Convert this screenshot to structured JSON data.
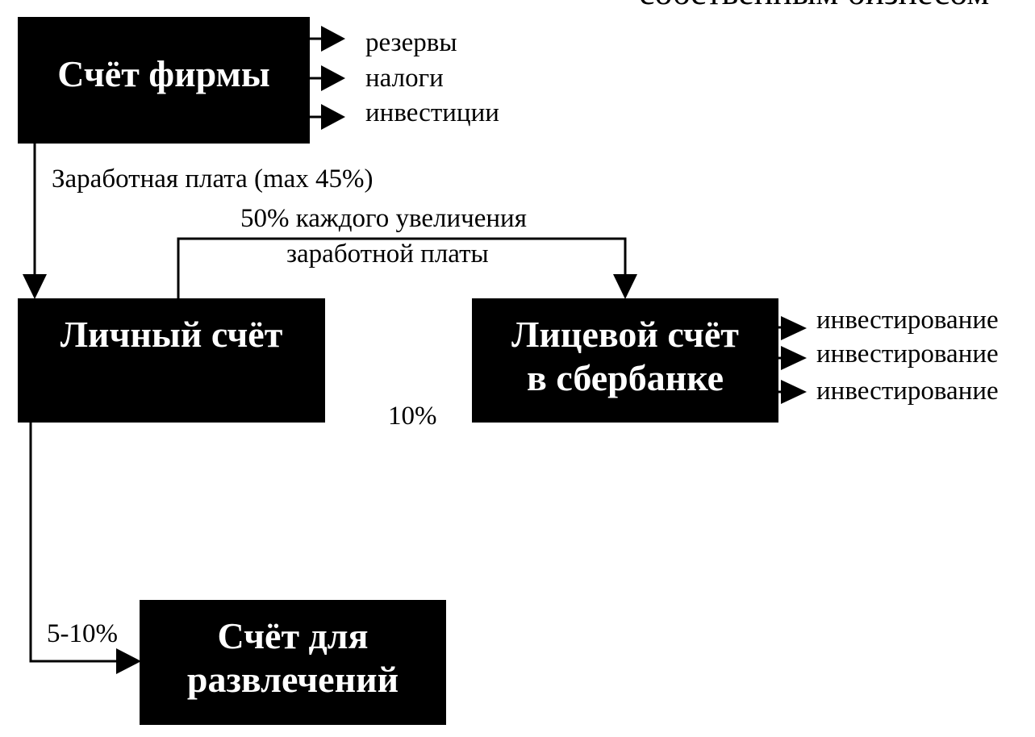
{
  "colors": {
    "box_fill": "#000000",
    "box_text": "#ffffff",
    "line": "#000000",
    "text": "#000000"
  },
  "top_cut_text": "собственным бизнесом",
  "boxes": {
    "firm": {
      "label": "Счёт фирмы"
    },
    "personal": {
      "label": "Личный счёт"
    },
    "sberbank": {
      "line1": "Лицевой счёт",
      "line2": "в сбербанке"
    },
    "fun": {
      "line1": "Счёт для",
      "line2": "развлечений"
    }
  },
  "firm_outputs": [
    "резервы",
    "налоги",
    "инвестиции"
  ],
  "sberbank_outputs": [
    "инвестирование",
    "инвестирование",
    "инвестирование"
  ],
  "flows": {
    "salary": "Заработная плата (max 45%)",
    "increase_line1": "50% каждого увеличения",
    "increase_line2": "заработной платы",
    "ten_percent": "10%",
    "fun_percent": "5-10%"
  }
}
